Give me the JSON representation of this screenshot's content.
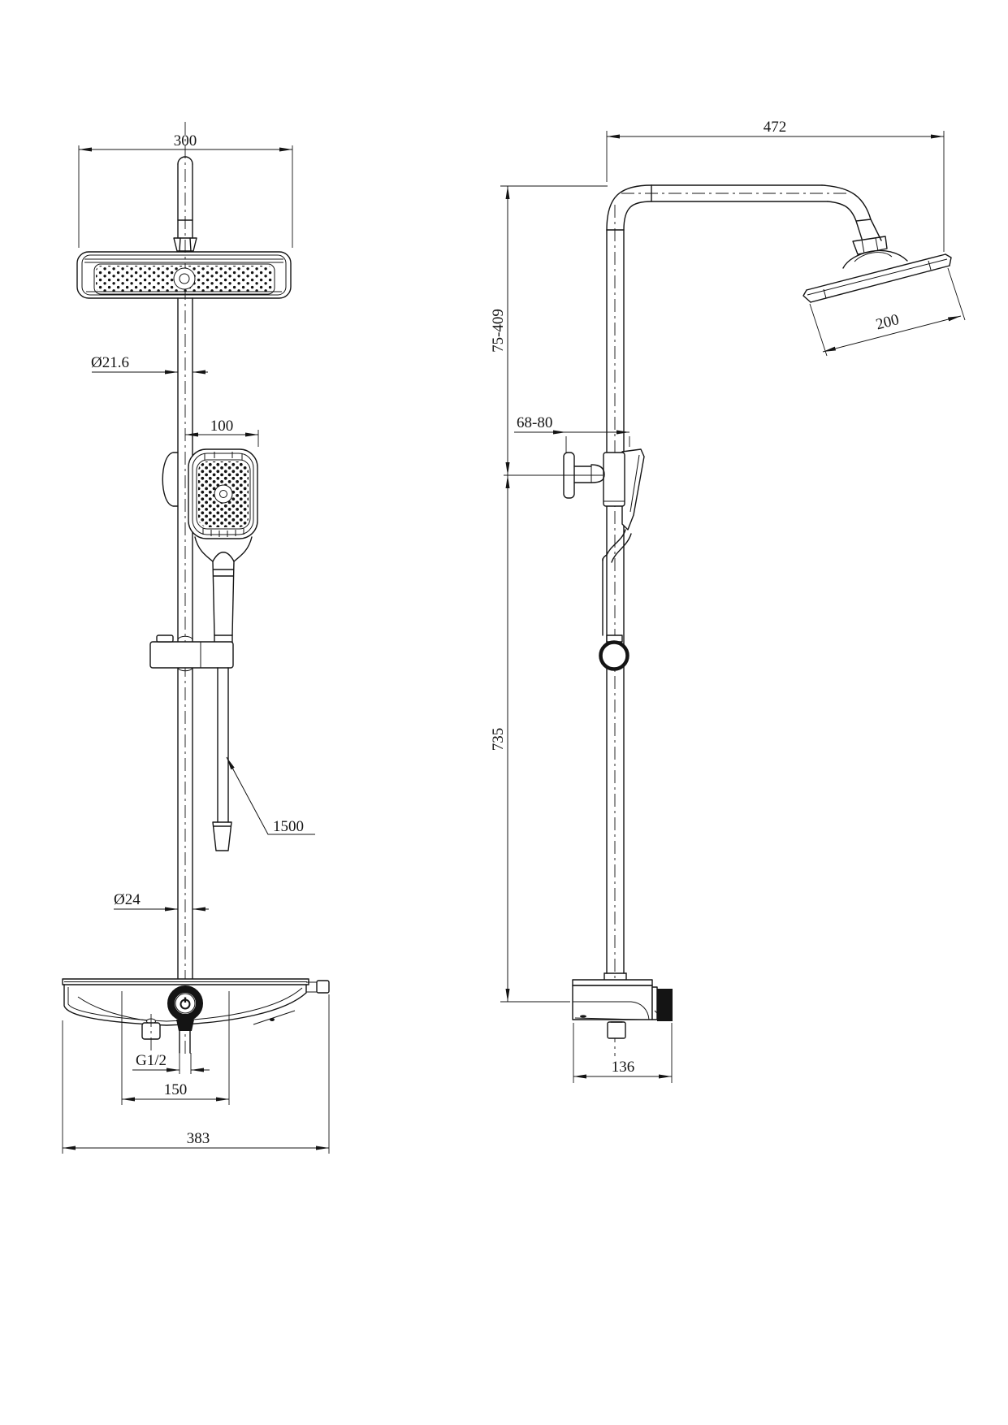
{
  "dims": {
    "head_width": "300",
    "riser_upper_diameter": "Ø21.6",
    "hand_shower_width": "100",
    "hose_length": "1500",
    "riser_lower_diameter": "Ø24",
    "outlet_thread": "G1/2",
    "inlet_spacing": "150",
    "valve_total_width": "383",
    "arm_reach": "472",
    "head_depth": "200",
    "slider_height_range": "75-409",
    "wall_clearance_range": "68-80",
    "riser_length": "735",
    "valve_depth": "136"
  },
  "colors": {
    "line": "#141414",
    "background": "#ffffff"
  }
}
